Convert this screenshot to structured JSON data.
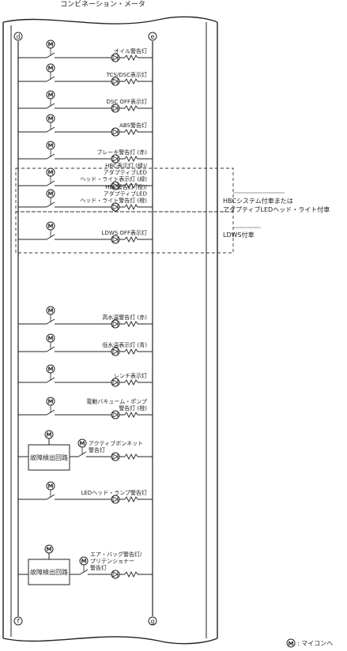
{
  "title": "コンビネーション・メータ",
  "connectors": {
    "top_left": "d",
    "top_right": "e",
    "bottom_left": "f",
    "bottom_right": "g"
  },
  "circuits": [
    {
      "label": "オイル警告灯",
      "lines": [
        "オイル警告灯"
      ]
    },
    {
      "label": "TCS/DSC表示灯",
      "lines": [
        "TCS/DSC表示灯"
      ]
    },
    {
      "label": "DSC OFF表示灯",
      "lines": [
        "DSC OFF表示灯"
      ]
    },
    {
      "label": "ABS警告灯",
      "lines": [
        "ABS警告灯"
      ]
    },
    {
      "label": "ブレーキ警告灯 (赤)",
      "lines": [
        "ブレーキ警告灯 (赤)"
      ]
    },
    {
      "label": "HBC表示灯 (緑)/アダプティブLEDヘッド・ライト表示灯 (緑)",
      "lines": [
        "HBC表示灯 (緑)/",
        "アダプティブLED",
        "ヘッド・ライト表示灯 (緑)"
      ]
    },
    {
      "label": "HBC警告灯 (橙)/アダプティブLEDヘッド・ライト警告灯 (橙)",
      "lines": [
        "HBC警告灯 (橙)/",
        "アダプティブLED",
        "ヘッド・ライト警告灯 (橙)"
      ]
    },
    {
      "label": "LDWS OFF表示灯",
      "lines": [
        "LDWS OFF表示灯"
      ]
    },
    {
      "label": "高水温警告灯 (赤)",
      "lines": [
        "高水温警告灯 (赤)"
      ]
    },
    {
      "label": "低水温表示灯 (青)",
      "lines": [
        "低水温表示灯 (青)"
      ]
    },
    {
      "label": "レンチ表示灯",
      "lines": [
        "レンチ表示灯"
      ]
    },
    {
      "label": "電動バキューム・ポンプ警告灯 (橙)",
      "lines": [
        "電動バキューム・ポンプ",
        "警告灯 (橙)"
      ]
    },
    {
      "label": "アクティブボンネット警告灯",
      "lines": [
        "アクティブボンネット",
        "警告灯"
      ]
    },
    {
      "label": "LEDヘッド・ランプ警告灯",
      "lines": [
        "LEDヘッド・ランプ警告灯"
      ]
    },
    {
      "label": "エア・バッグ警告灯/プリテンショナー警告灯",
      "lines": [
        "エア・バッグ警告灯/",
        "プリテンショナー",
        "警告灯"
      ]
    }
  ],
  "fault_detection_circuits": [
    "故障検出回路",
    "故障検出回路"
  ],
  "option_notes": [
    {
      "lines": [
        "HBCシステム付車または",
        "アダプティブLEDヘッド・ライト付車"
      ]
    },
    {
      "lines": [
        "LDWS付車"
      ]
    }
  ],
  "legend": {
    "symbol": "M",
    "text": ": マイコンへ"
  }
}
